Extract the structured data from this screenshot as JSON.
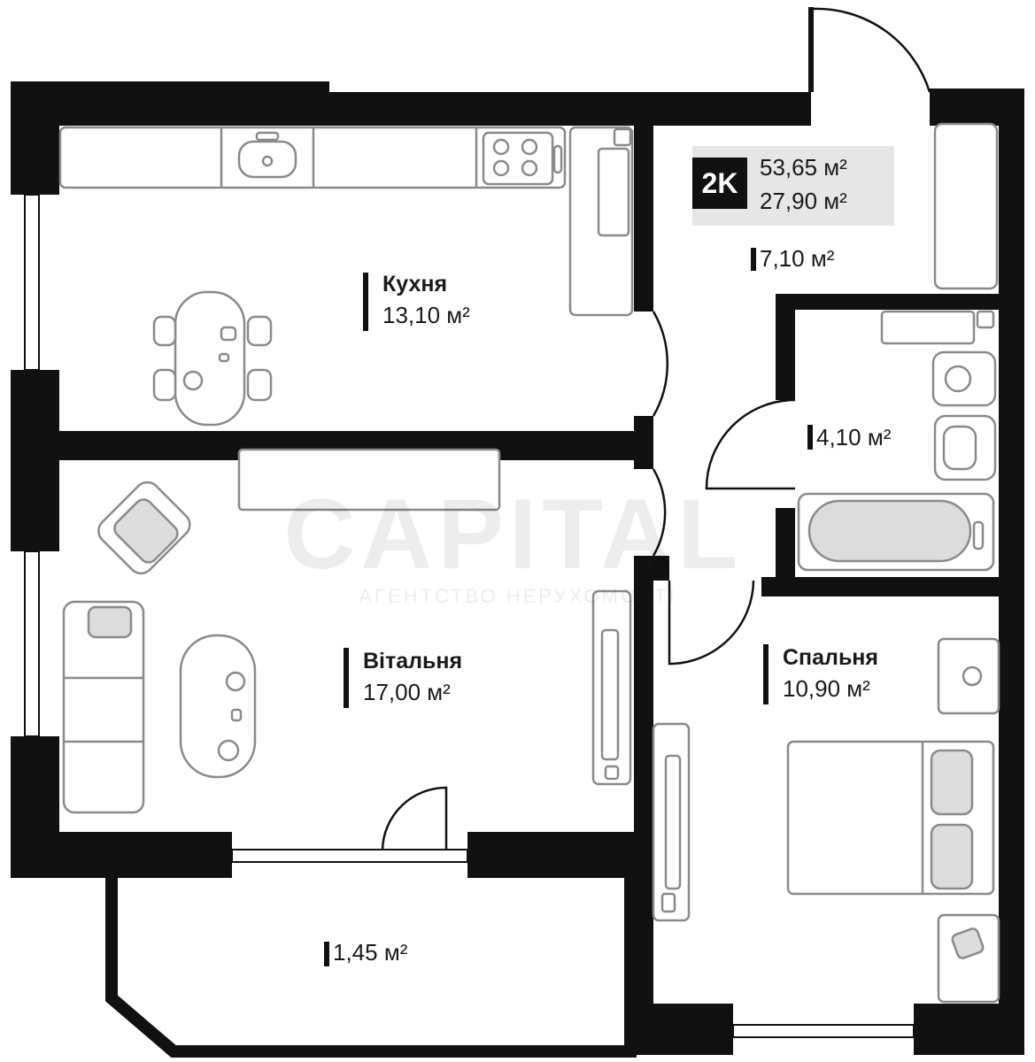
{
  "badge": {
    "code": "2K",
    "total_area": "53,65 м²",
    "living_area": "27,90 м²"
  },
  "rooms": {
    "kitchen": {
      "name": "Кухня",
      "area": "13,10 м²"
    },
    "hall": {
      "area": "7,10 м²"
    },
    "bathroom": {
      "area": "4,10 м²"
    },
    "living": {
      "name": "Вітальня",
      "area": "17,00 м²"
    },
    "bedroom": {
      "name": "Спальня",
      "area": "10,90 м²"
    },
    "balcony": {
      "area": "1,45 м²"
    }
  },
  "watermark": {
    "brand": "CAPITAL",
    "tagline": "АГЕНТСТВО НЕРУХОМОСТІ"
  },
  "colors": {
    "wall": "#111111",
    "furniture_stroke": "#8a8a8a",
    "furniture_fill": "#dcdcdc",
    "badge_bg": "#e6e6e6"
  }
}
